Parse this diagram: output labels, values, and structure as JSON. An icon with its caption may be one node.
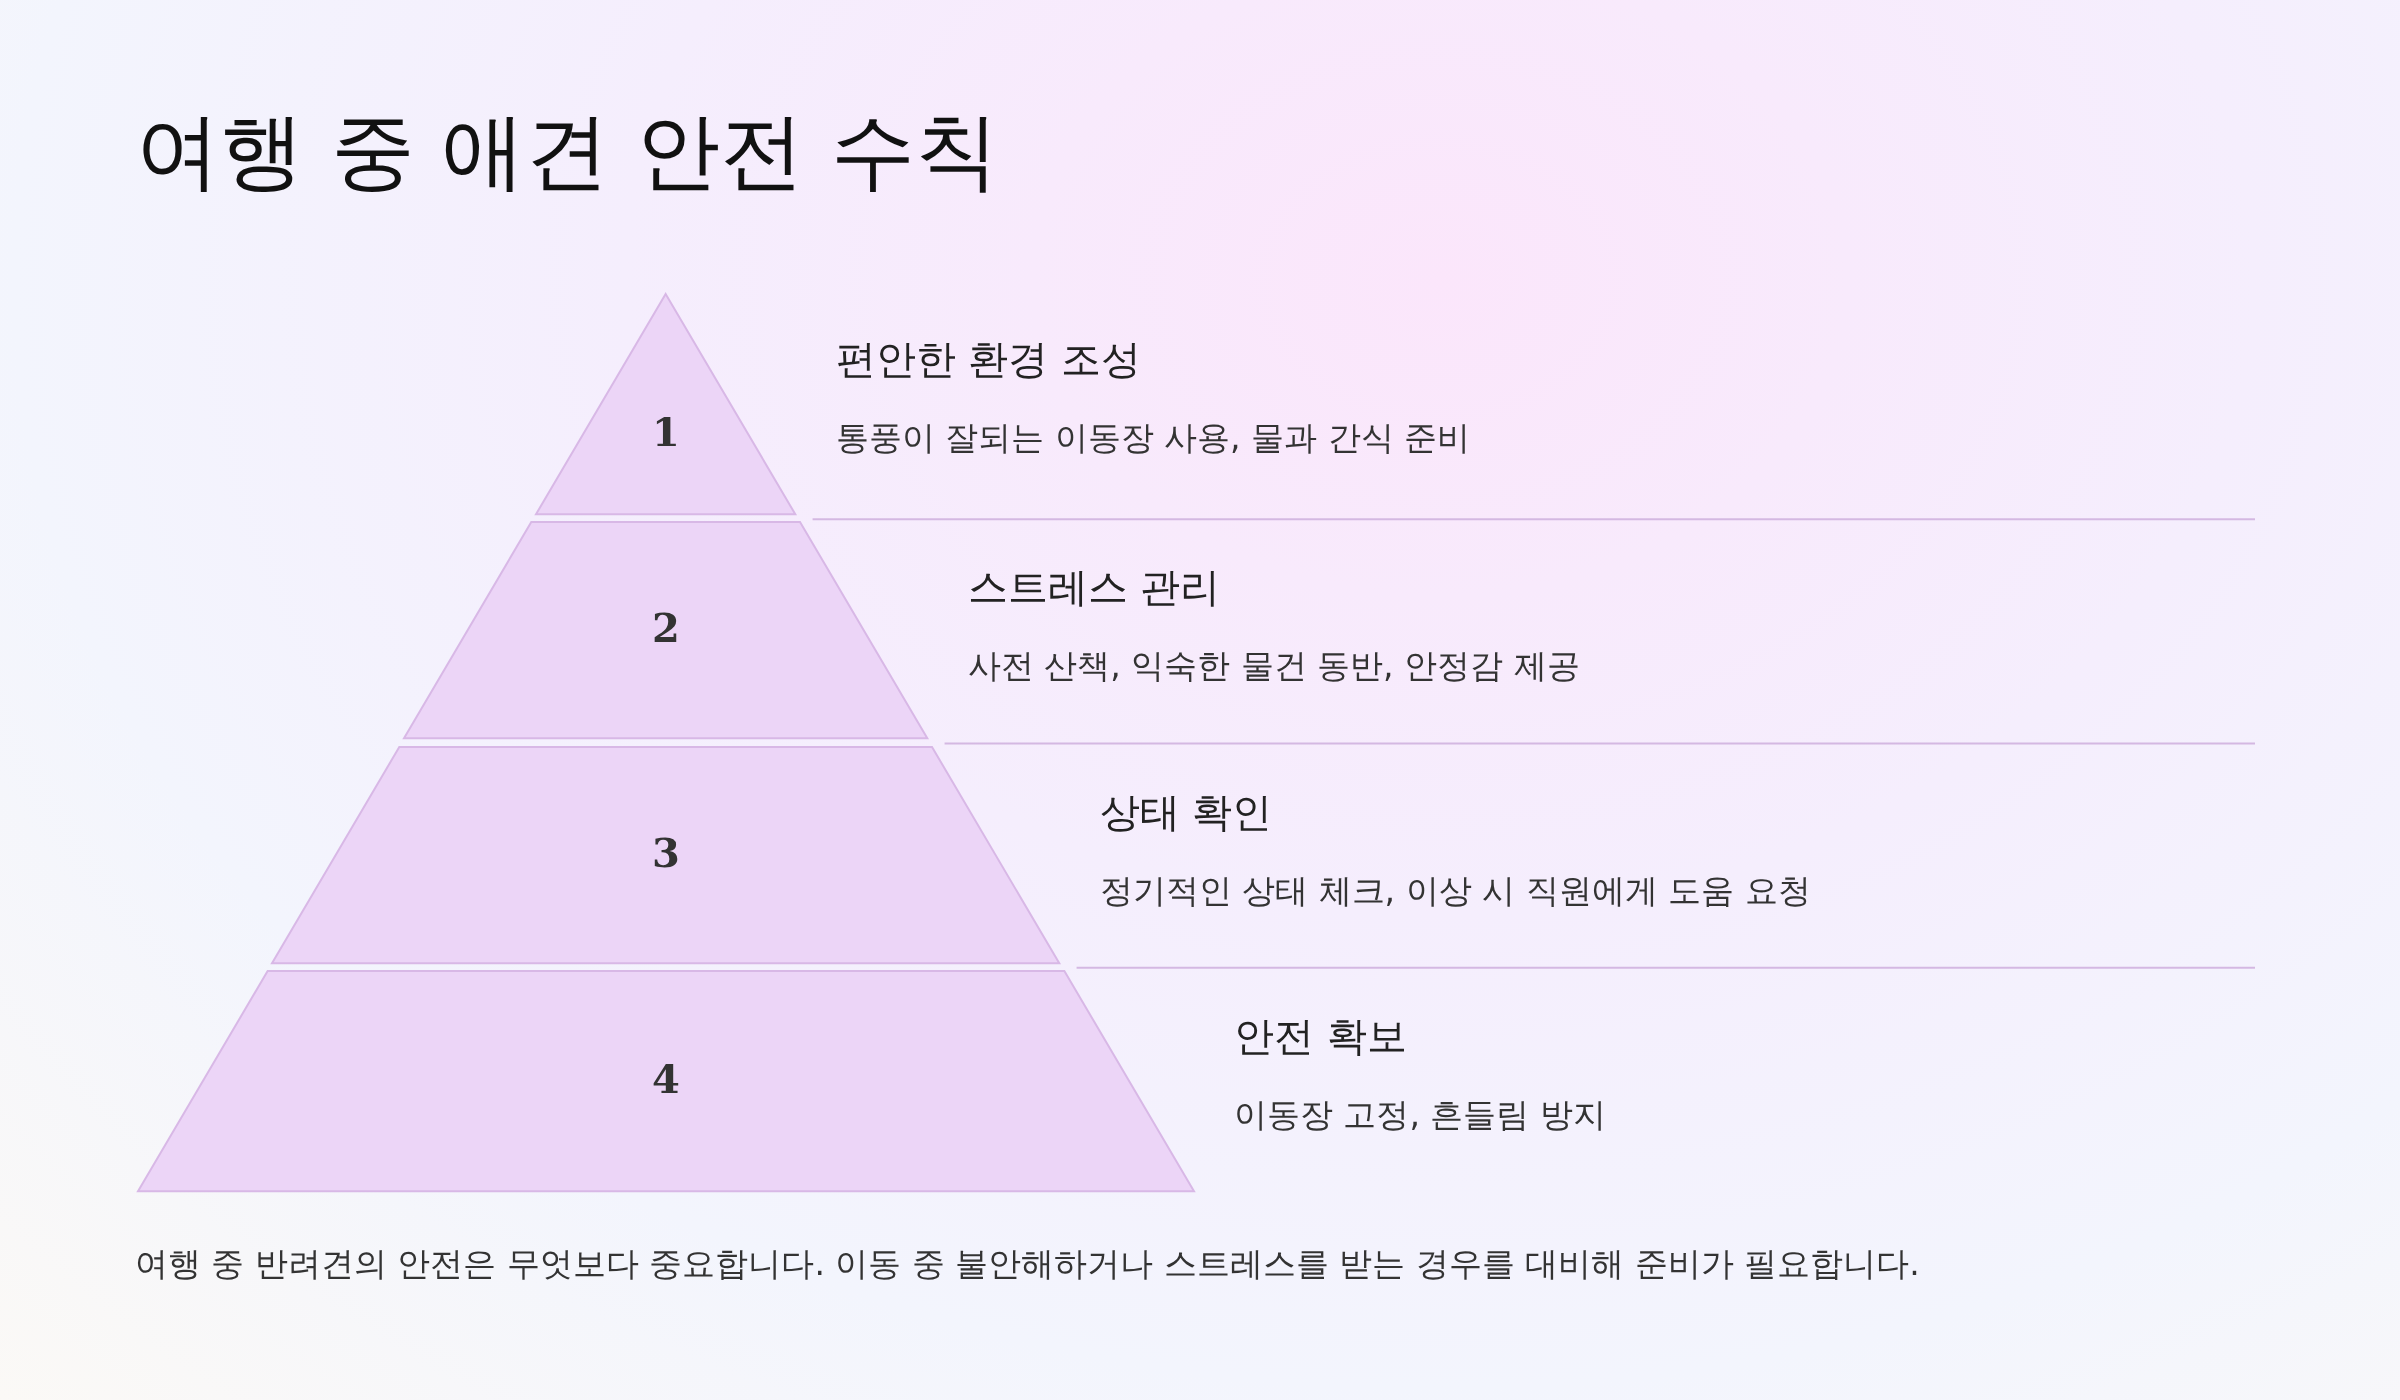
{
  "diagram": {
    "title": "여행 중 애견 안전 수칙",
    "nodes": [
      {
        "text": [
          "1"
        ],
        "beside": [
          "편안한 환경 조성",
          "통풍이 잘되는 이동장 사용, 물과 간식 준비"
        ]
      },
      {
        "text": [
          "2"
        ],
        "beside": [
          "스트레스 관리",
          "사전 산책, 익숙한 물건 동반, 안정감 제공"
        ]
      },
      {
        "text": [
          "3"
        ],
        "beside": [
          "상태 확인",
          "정기적인 상태 체크, 이상 시 직원에게 도움 요청"
        ]
      },
      {
        "text": [
          "4"
        ],
        "beside": [
          "안전 확보",
          "이동장 고정, 흔들림 방지"
        ]
      }
    ],
    "caption": "여행 중 반려견의 안전은 무엇보다 중요합니다. 이동 중 불안해하거나 스트레스를 받는 경우를 대비해 준비가 필요합니다."
  }
}
